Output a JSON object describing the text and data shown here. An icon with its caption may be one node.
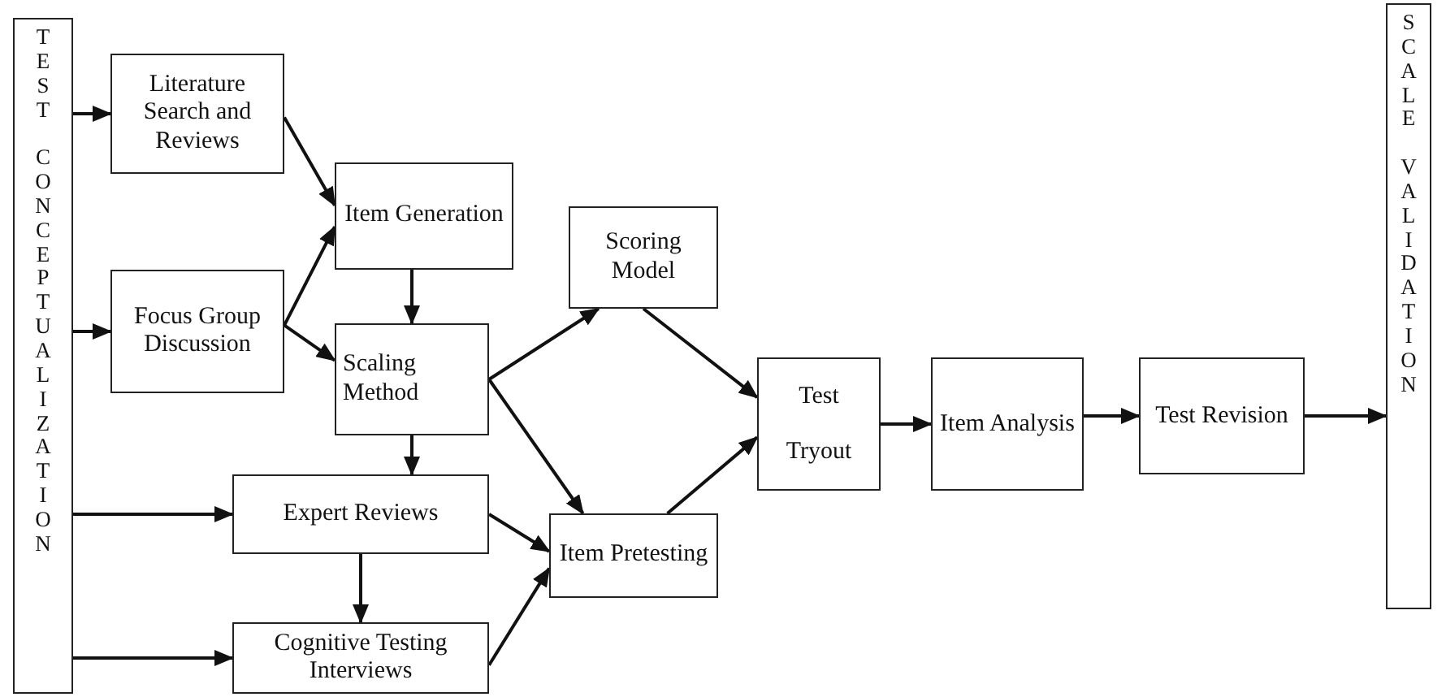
{
  "diagram": {
    "nodes": [
      {
        "text": [
          "TEST CONCEPTUALIZATION"
        ]
      },
      {
        "text": [
          "Literature Search and Reviews"
        ]
      },
      {
        "text": [
          "Focus Group Discussion"
        ]
      },
      {
        "text": [
          "Item Generation"
        ]
      },
      {
        "text": [
          "Scaling Method"
        ]
      },
      {
        "text": [
          "Scoring Model"
        ]
      },
      {
        "text": [
          "Expert Reviews"
        ]
      },
      {
        "text": [
          "Cognitive Testing Interviews"
        ]
      },
      {
        "text": [
          "Item Pretesting"
        ]
      },
      {
        "text": [
          "Test Tryout"
        ]
      },
      {
        "text": [
          "Item Analysis"
        ]
      },
      {
        "text": [
          "Test Revision"
        ]
      },
      {
        "text": [
          "SCALE VALIDATION"
        ]
      }
    ],
    "edges": [
      {
        "from": 0,
        "to": 1,
        "arrow": "to"
      },
      {
        "from": 0,
        "to": 2,
        "arrow": "to"
      },
      {
        "from": 0,
        "to": 6,
        "arrow": "to"
      },
      {
        "from": 0,
        "to": 7,
        "arrow": "to"
      },
      {
        "from": 1,
        "to": 3,
        "arrow": "to"
      },
      {
        "from": 2,
        "to": 3,
        "arrow": "to"
      },
      {
        "from": 2,
        "to": 4,
        "arrow": "to"
      },
      {
        "from": 3,
        "to": 4,
        "arrow": "to"
      },
      {
        "from": 4,
        "to": 5,
        "arrow": "to"
      },
      {
        "from": 4,
        "to": 8,
        "arrow": "to"
      },
      {
        "from": 4,
        "to": 6,
        "arrow": "to"
      },
      {
        "from": 6,
        "to": 7,
        "arrow": "to"
      },
      {
        "from": 6,
        "to": 8,
        "arrow": "to"
      },
      {
        "from": 7,
        "to": 8,
        "arrow": "to"
      },
      {
        "from": 5,
        "to": 9,
        "arrow": "to"
      },
      {
        "from": 8,
        "to": 9,
        "arrow": "to"
      },
      {
        "from": 9,
        "to": 10,
        "arrow": "to"
      },
      {
        "from": 10,
        "to": 11,
        "arrow": "to"
      },
      {
        "from": 11,
        "to": 12,
        "arrow": "to"
      }
    ]
  }
}
